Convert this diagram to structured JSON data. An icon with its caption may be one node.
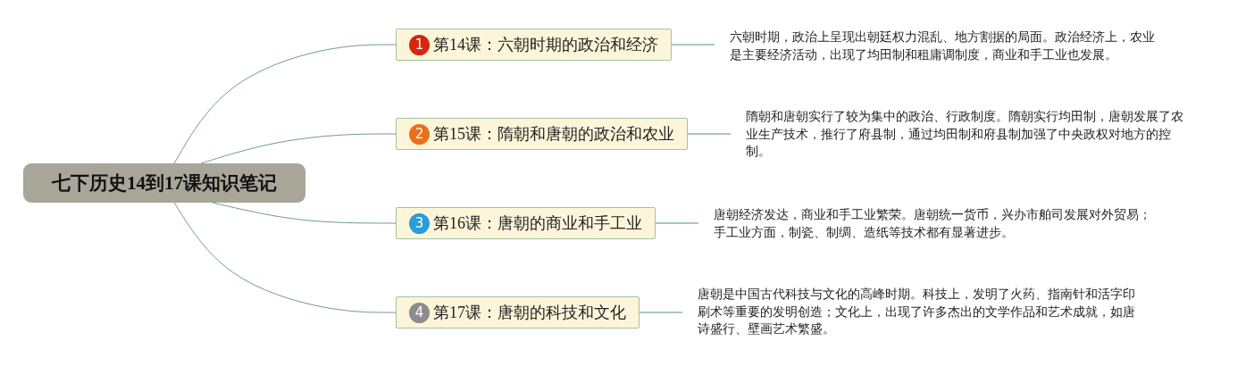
{
  "diagram": {
    "nodes": [
      {
        "text": [
          "七下历史14到17课知识笔记"
        ]
      },
      {
        "text": [
          "1",
          "第14课：六朝时期的政治和经济"
        ]
      },
      {
        "text": [
          "六朝时期，政治上呈现出朝廷权力混乱、地方割据的局面。政治经济上，农业是主要经济活动，出现了均田制和租庸调制度，商业和手工业也发展。"
        ]
      },
      {
        "text": [
          "2",
          "第15课：隋朝和唐朝的政治和农业"
        ]
      },
      {
        "text": [
          "隋朝和唐朝实行了较为集中的政治、行政制度。隋朝实行均田制，唐朝发展了农业生产技术，推行了府县制，通过均田制和府县制加强了中央政权对地方的控制。"
        ]
      },
      {
        "text": [
          "3",
          "第16课：唐朝的商业和手工业"
        ]
      },
      {
        "text": [
          "唐朝经济发达，商业和手工业繁荣。唐朝统一货币，兴办市舶司发展对外贸易；手工业方面，制瓷、制绸、造纸等技术都有显著进步。"
        ]
      },
      {
        "text": [
          "4",
          "第17课：唐朝的科技和文化"
        ]
      },
      {
        "text": [
          "唐朝是中国古代科技与文化的高峰时期。科技上，发明了火药、指南针和活字印刷术等重要的发明创造；文化上，出现了许多杰出的文学作品和艺术成就，如唐诗盛行、壁画艺术繁盛。"
        ]
      }
    ],
    "edges": [
      {
        "from": 0,
        "to": 1,
        "arrow": "none"
      },
      {
        "from": 0,
        "to": 3,
        "arrow": "none"
      },
      {
        "from": 0,
        "to": 5,
        "arrow": "none"
      },
      {
        "from": 0,
        "to": 7,
        "arrow": "none"
      },
      {
        "from": 1,
        "to": 2,
        "arrow": "none"
      },
      {
        "from": 3,
        "to": 4,
        "arrow": "none"
      },
      {
        "from": 5,
        "to": 6,
        "arrow": "none"
      },
      {
        "from": 7,
        "to": 8,
        "arrow": "none"
      }
    ]
  }
}
